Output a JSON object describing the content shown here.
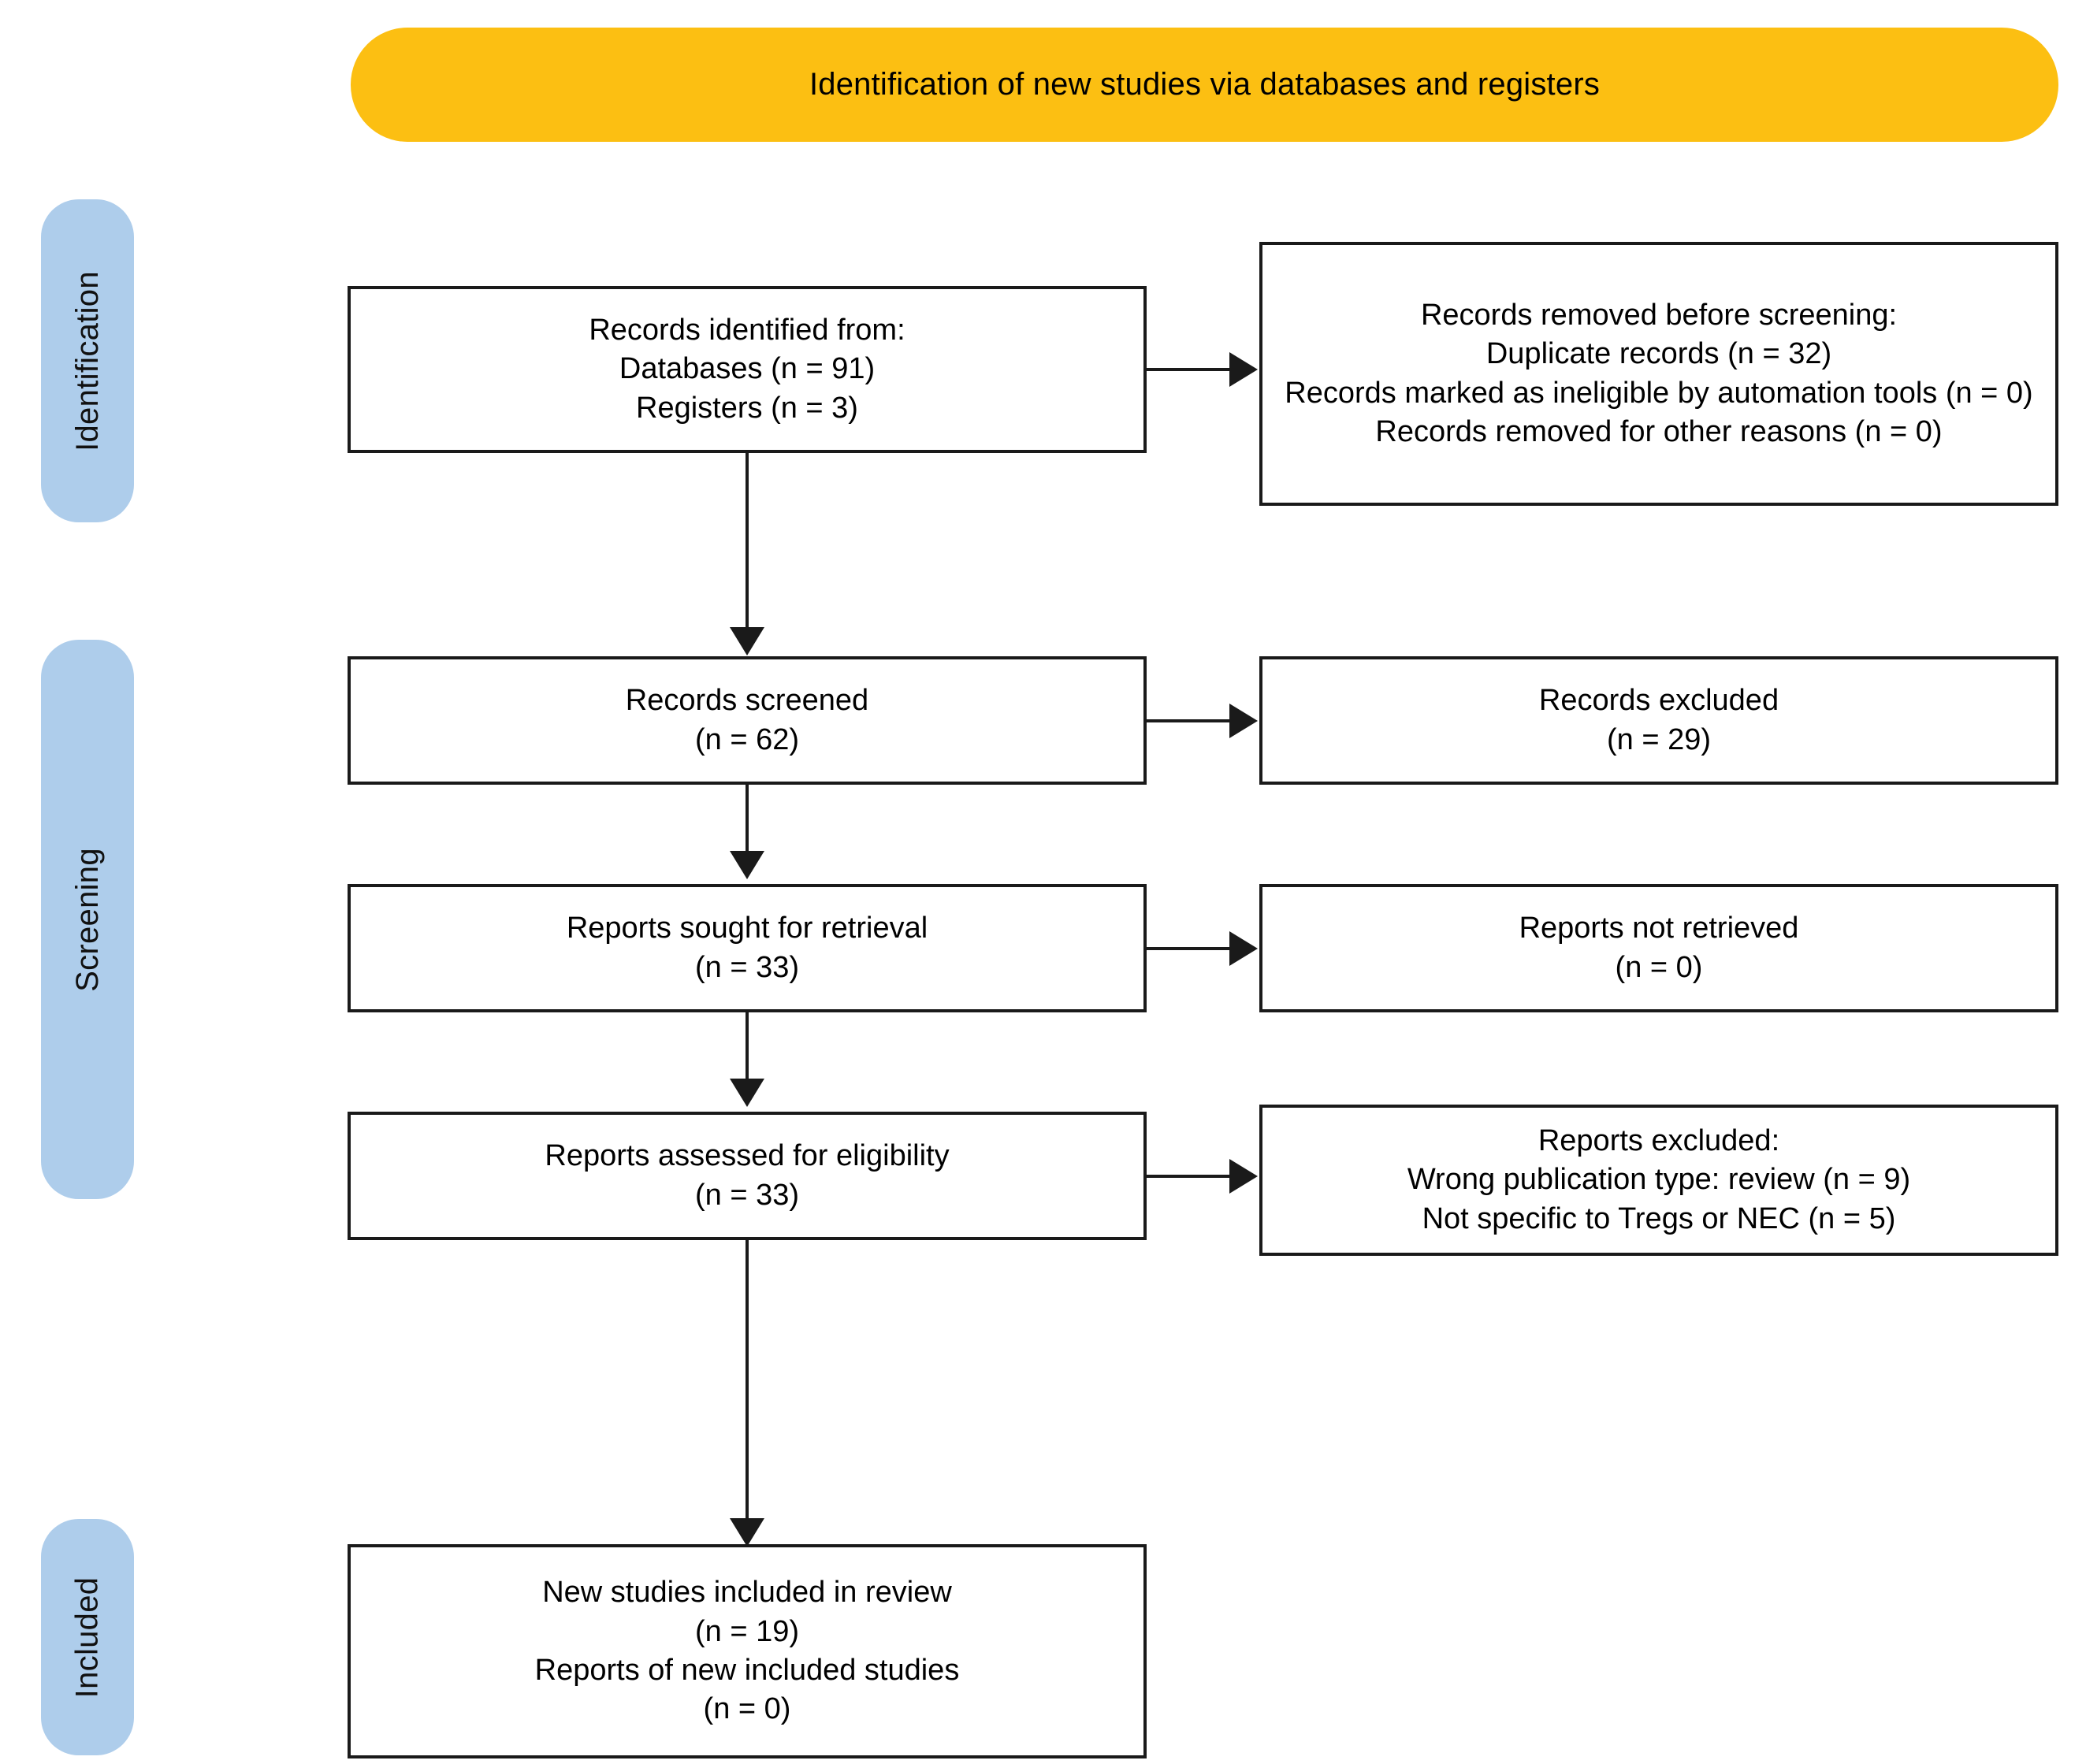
{
  "diagram": {
    "kind": "prisma-flow-diagram",
    "banner": {
      "title": "Identification of new studies via databases and registers",
      "color": "#FCBF12"
    },
    "stage_color": "#AECDEB",
    "stages": [
      {
        "id": "identification",
        "label": "Identification"
      },
      {
        "id": "screening",
        "label": "Screening"
      },
      {
        "id": "included",
        "label": "Included"
      }
    ],
    "boxes": {
      "records_identified": {
        "lines": [
          "Records identified from:",
          "Databases (n = 91)",
          "Registers (n = 3)"
        ]
      },
      "records_removed": {
        "lines": [
          "Records removed before screening:",
          "Duplicate records (n = 32)",
          "Records marked as ineligible by automation tools (n = 0)",
          "Records removed for other reasons (n = 0)"
        ]
      },
      "records_screened": {
        "lines": [
          "Records screened",
          "(n = 62)"
        ]
      },
      "records_excluded": {
        "lines": [
          "Records excluded",
          "(n = 29)"
        ]
      },
      "reports_sought": {
        "lines": [
          "Reports sought for retrieval",
          "(n = 33)"
        ]
      },
      "reports_not_retrieved": {
        "lines": [
          "Reports not retrieved",
          "(n = 0)"
        ]
      },
      "reports_assessed": {
        "lines": [
          "Reports assessed for eligibility",
          "(n = 33)"
        ]
      },
      "reports_excluded": {
        "lines": [
          "Reports excluded:",
          "Wrong publication type: review (n =  9)",
          "Not specific to Tregs or NEC (n =  5)"
        ]
      },
      "new_studies_included": {
        "lines": [
          "New studies included in review",
          "(n = 19)",
          "Reports of new included studies",
          "(n = 0)"
        ]
      }
    }
  }
}
